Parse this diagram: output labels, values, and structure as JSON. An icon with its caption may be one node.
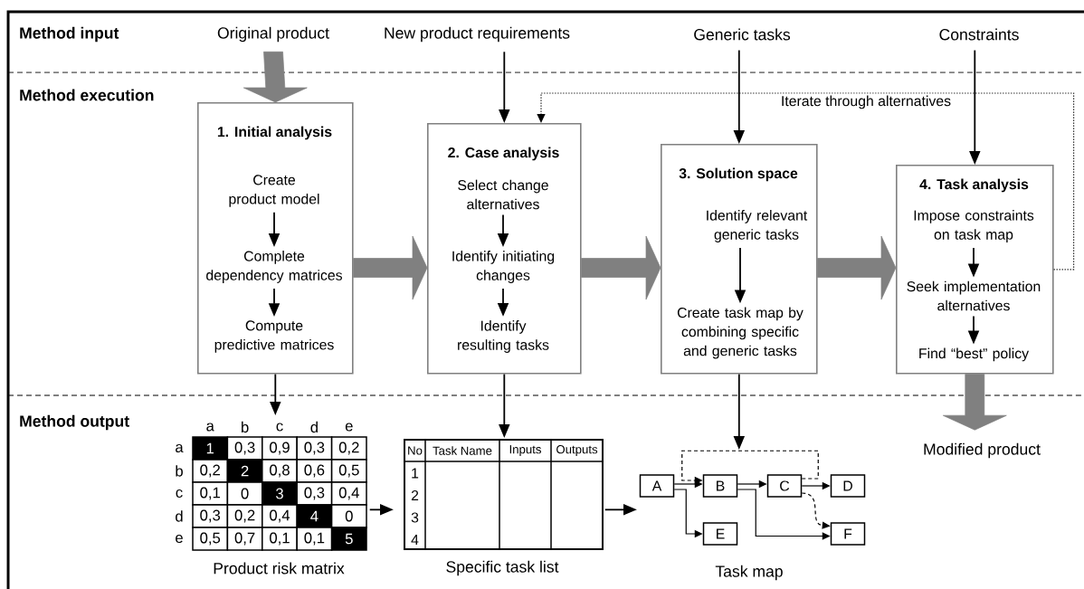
{
  "diagram": {
    "nodes": [
      {
        "text": [
          "Original product"
        ]
      },
      {
        "text": [
          "New product requirements"
        ]
      },
      {
        "text": [
          "Generic tasks"
        ]
      },
      {
        "text": [
          "Constraints"
        ]
      },
      {
        "text": [
          "1. Initial analysis"
        ]
      },
      {
        "text": [
          "Create product model"
        ],
        "in": 4
      },
      {
        "text": [
          "Complete dependency matrices"
        ],
        "in": 4
      },
      {
        "text": [
          "Compute predictive matrices"
        ],
        "in": 4
      },
      {
        "text": [
          "2. Case analysis"
        ]
      },
      {
        "text": [
          "Select change alternatives"
        ],
        "in": 8
      },
      {
        "text": [
          "Identify initiating changes"
        ],
        "in": 8
      },
      {
        "text": [
          "Identify resulting tasks"
        ],
        "in": 8
      },
      {
        "text": [
          "3. Solution space"
        ]
      },
      {
        "text": [
          "Identify relevant generic tasks"
        ],
        "in": 12
      },
      {
        "text": [
          "Create task map by combining specific and generic tasks"
        ],
        "in": 12
      },
      {
        "text": [
          "4. Task analysis"
        ]
      },
      {
        "text": [
          "Impose constraints on task map"
        ],
        "in": 15
      },
      {
        "text": [
          "Seek implementation alternatives"
        ],
        "in": 15
      },
      {
        "text": [
          "Find “best” policy"
        ],
        "in": 15
      },
      {
        "text": [
          "Product risk matrix"
        ]
      },
      {
        "text": [
          "Specific task list"
        ]
      },
      {
        "text": [
          "Task map"
        ]
      },
      {
        "text": [
          "A"
        ],
        "in": 21
      },
      {
        "text": [
          "B"
        ],
        "in": 21
      },
      {
        "text": [
          "C"
        ],
        "in": 21
      },
      {
        "text": [
          "D"
        ],
        "in": 21
      },
      {
        "text": [
          "E"
        ],
        "in": 21
      },
      {
        "text": [
          "F"
        ],
        "in": 21
      },
      {
        "text": [
          "Modified product"
        ]
      }
    ],
    "edges": [
      {
        "from": 0,
        "to": 4,
        "arrow": "to",
        "style": "thick",
        "color": "#808080"
      },
      {
        "from": 1,
        "to": 8,
        "arrow": "to"
      },
      {
        "from": 2,
        "to": 12,
        "arrow": "to"
      },
      {
        "from": 3,
        "to": 15,
        "arrow": "to"
      },
      {
        "from": 15,
        "to": 8,
        "arrow": "to",
        "style": "dashed",
        "label": "Iterate through alternatives"
      },
      {
        "from": 4,
        "to": 8,
        "arrow": "to",
        "style": "thick",
        "color": "#808080"
      },
      {
        "from": 8,
        "to": 12,
        "arrow": "to",
        "style": "thick",
        "color": "#808080"
      },
      {
        "from": 12,
        "to": 15,
        "arrow": "to",
        "style": "thick",
        "color": "#808080"
      },
      {
        "from": 5,
        "to": 6,
        "arrow": "to"
      },
      {
        "from": 6,
        "to": 7,
        "arrow": "to"
      },
      {
        "from": 9,
        "to": 10,
        "arrow": "to"
      },
      {
        "from": 10,
        "to": 11,
        "arrow": "to"
      },
      {
        "from": 13,
        "to": 14,
        "arrow": "to"
      },
      {
        "from": 16,
        "to": 17,
        "arrow": "to"
      },
      {
        "from": 17,
        "to": 18,
        "arrow": "to"
      },
      {
        "from": 4,
        "to": 19,
        "arrow": "to"
      },
      {
        "from": 8,
        "to": 20,
        "arrow": "to"
      },
      {
        "from": 12,
        "to": 21,
        "arrow": "to"
      },
      {
        "from": 15,
        "to": 28,
        "arrow": "to",
        "style": "thick",
        "color": "#808080"
      },
      {
        "from": 19,
        "to": 20,
        "arrow": "to"
      },
      {
        "from": 20,
        "to": 21,
        "arrow": "to"
      },
      {
        "from": 22,
        "to": 23,
        "arrow": "to"
      },
      {
        "from": 22,
        "to": 26,
        "arrow": "to"
      },
      {
        "from": 23,
        "to": 24,
        "arrow": "to"
      },
      {
        "from": 23,
        "to": 27,
        "arrow": "to"
      },
      {
        "from": 24,
        "to": 25,
        "arrow": "to"
      },
      {
        "from": 24,
        "to": 27,
        "arrow": "to",
        "style": "dashed"
      },
      {
        "from": 24,
        "to": 23,
        "arrow": "to",
        "style": "dashed"
      }
    ],
    "labels": [
      "Method input",
      "Method execution",
      "Method output",
      "a",
      "b",
      "c",
      "d",
      "e",
      "a",
      "1",
      "0,3",
      "0,9",
      "0,3",
      "0,2",
      "b",
      "0,2",
      "2",
      "0,8",
      "0,6",
      "0,5",
      "c",
      "0,1",
      "0",
      "3",
      "0,3",
      "0,4",
      "d",
      "0,3",
      "0,2",
      "0,4",
      "4",
      "0",
      "e",
      "0,5",
      "0,7",
      "0,1",
      "0,1",
      "5",
      "No",
      "Task Name",
      "Inputs",
      "Outputs",
      "1",
      "2",
      "3",
      "4"
    ]
  }
}
